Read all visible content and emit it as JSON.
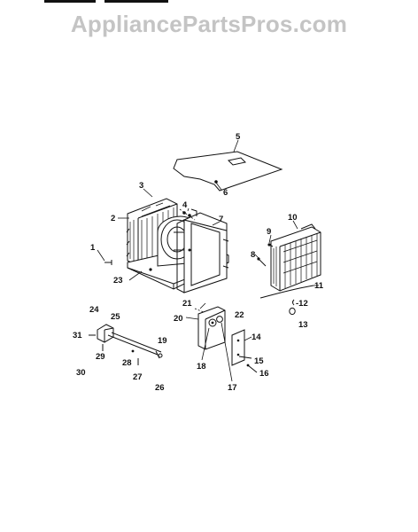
{
  "header": {
    "watermark": "AppliancePartsPros.com"
  },
  "parts": {
    "p1": "1",
    "p2": "2",
    "p3": "3",
    "p4": "4",
    "p5": "5",
    "p6": "6",
    "p7": "7",
    "p8": "8",
    "p9": "9",
    "p10": "10",
    "p11": "11",
    "p12": "-12",
    "p13": "13",
    "p14": "14",
    "p15": "15",
    "p16": "16",
    "p17": "17",
    "p18": "18",
    "p19": "19",
    "p20": "20",
    "p21": "21",
    "p22": "22",
    "p23": "23",
    "p24": "24",
    "p25": "25",
    "p26": "26",
    "p27": "27",
    "p28": "28",
    "p29": "29",
    "p30": "30",
    "p31": "31"
  }
}
